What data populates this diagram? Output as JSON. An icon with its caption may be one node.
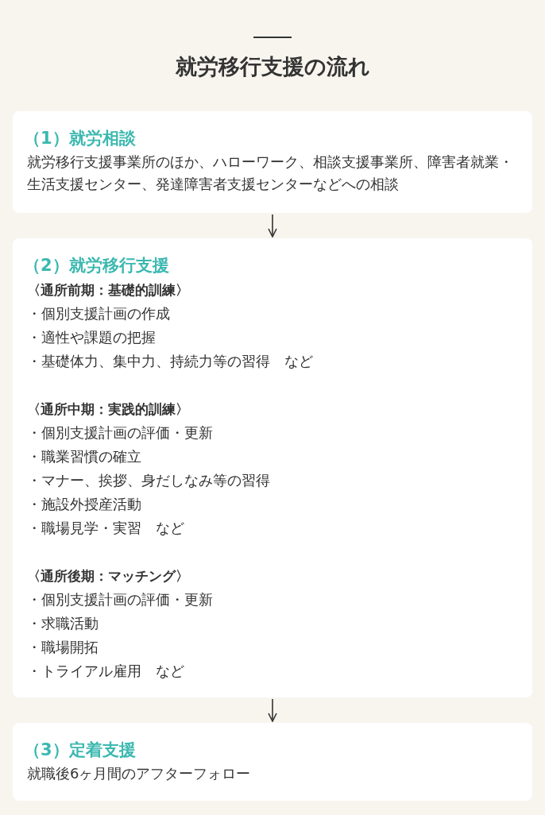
{
  "diagram": {
    "title": "就労移行支援の流れ",
    "nodes": [
      {
        "text": [
          "（1）就労相談",
          "就労移行支援事業所のほか、ハローワーク、相談支援事業所、障害者就業・生活支援センター、発達障害者支援センターなどへの相談"
        ]
      },
      {
        "text": [
          "（2）就労移行支援",
          "〈通所前期：基礎的訓練〉",
          "・個別支援計画の作成",
          "・適性や課題の把握",
          "・基礎体力、集中力、持続力等の習得　など",
          "〈通所中期：実践的訓練〉",
          "・個別支援計画の評価・更新",
          "・職業習慣の確立",
          "・マナー、挨拶、身だしなみ等の習得",
          "・施設外授産活動",
          "・職場見学・実習　など",
          "〈通所後期：マッチング〉",
          "・個別支援計画の評価・更新",
          "・求職活動",
          "・職場開拓",
          "・トライアル雇用　など"
        ]
      },
      {
        "text": [
          "（3）定着支援",
          "就職後6ヶ月間のアフターフォロー"
        ]
      }
    ],
    "edges": [
      {
        "from": 0,
        "to": 1,
        "arrow": "to"
      },
      {
        "from": 1,
        "to": 2,
        "arrow": "to"
      }
    ]
  }
}
